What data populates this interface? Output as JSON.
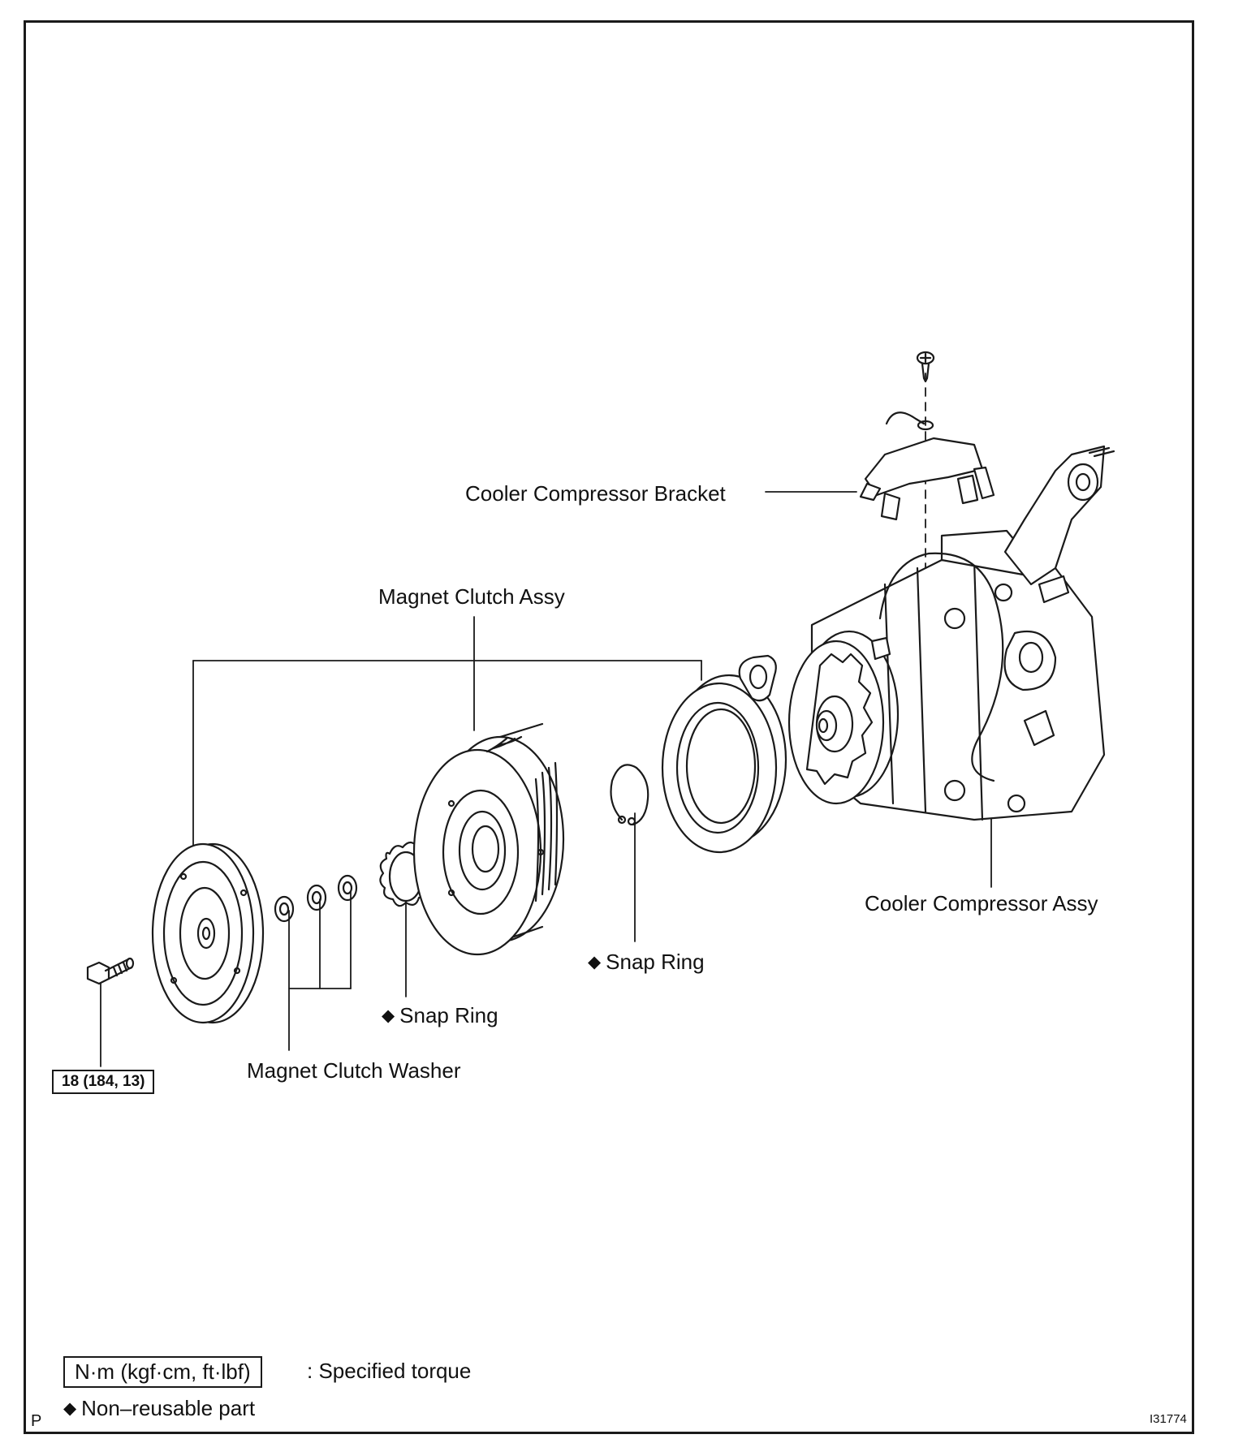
{
  "labels": {
    "cooler_compressor_bracket": "Cooler Compressor Bracket",
    "magnet_clutch_assy": "Magnet Clutch Assy",
    "cooler_compressor_assy": "Cooler Compressor Assy",
    "snap_ring": "Snap Ring",
    "magnet_clutch_washer": "Magnet Clutch Washer"
  },
  "torque_value": "18 (184, 13)",
  "legend": {
    "torque_unit": "N·m (kgf·cm, ft·lbf)",
    "torque_desc": ": Specified torque",
    "non_reusable_symbol": "◆",
    "non_reusable_desc": "Non–reusable part"
  },
  "footer": {
    "corner_letter": "P",
    "figure_id": "I31774"
  }
}
